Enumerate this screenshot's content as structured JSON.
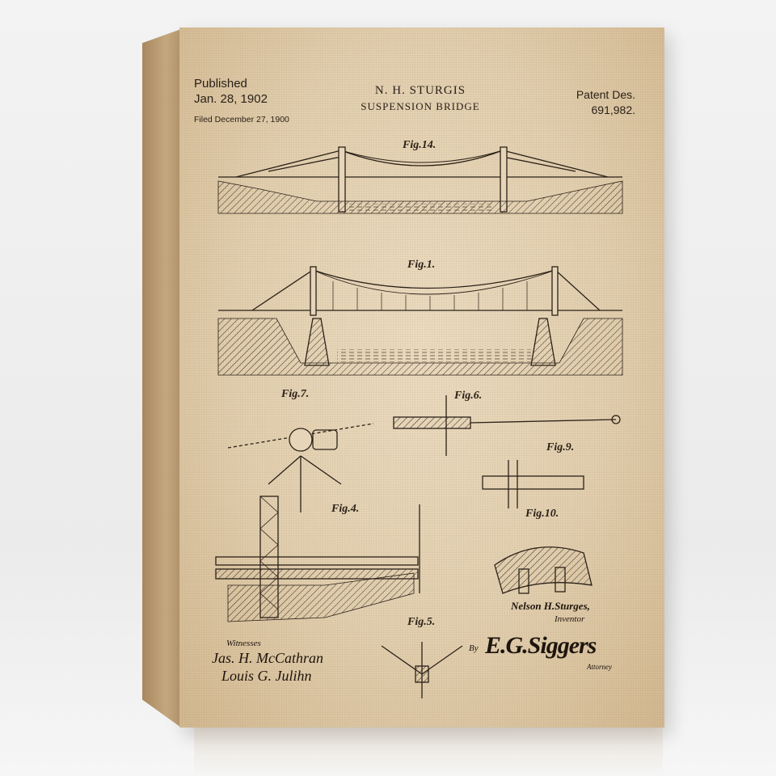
{
  "header": {
    "published_label": "Published",
    "published_date": "Jan. 28, 1902",
    "filed": "Filed December 27, 1900",
    "inventor_name": "N. H. STURGIS",
    "invention_title": "SUSPENSION BRIDGE",
    "patent_label": "Patent Des.",
    "patent_number": "691,982."
  },
  "figures": {
    "fig14": "Fig.14.",
    "fig1": "Fig.1.",
    "fig7": "Fig.7.",
    "fig6": "Fig.6.",
    "fig9": "Fig.9.",
    "fig4": "Fig.4.",
    "fig10": "Fig.10.",
    "fig5": "Fig.5."
  },
  "footer": {
    "inventor_signature": "Nelson H.Sturges,",
    "inventor_role": "Inventor",
    "witnesses_label": "Witnesses",
    "witness_1": "Jas. H. McCathran",
    "witness_2": "Louis G. Julihn",
    "by_label": "By",
    "attorney_signature": "E.G.Siggers",
    "attorney_role": "Attorney"
  },
  "colors": {
    "paper": "#e6d5b8",
    "ink": "#2b2118",
    "canvas_edge": "#b99a70"
  }
}
